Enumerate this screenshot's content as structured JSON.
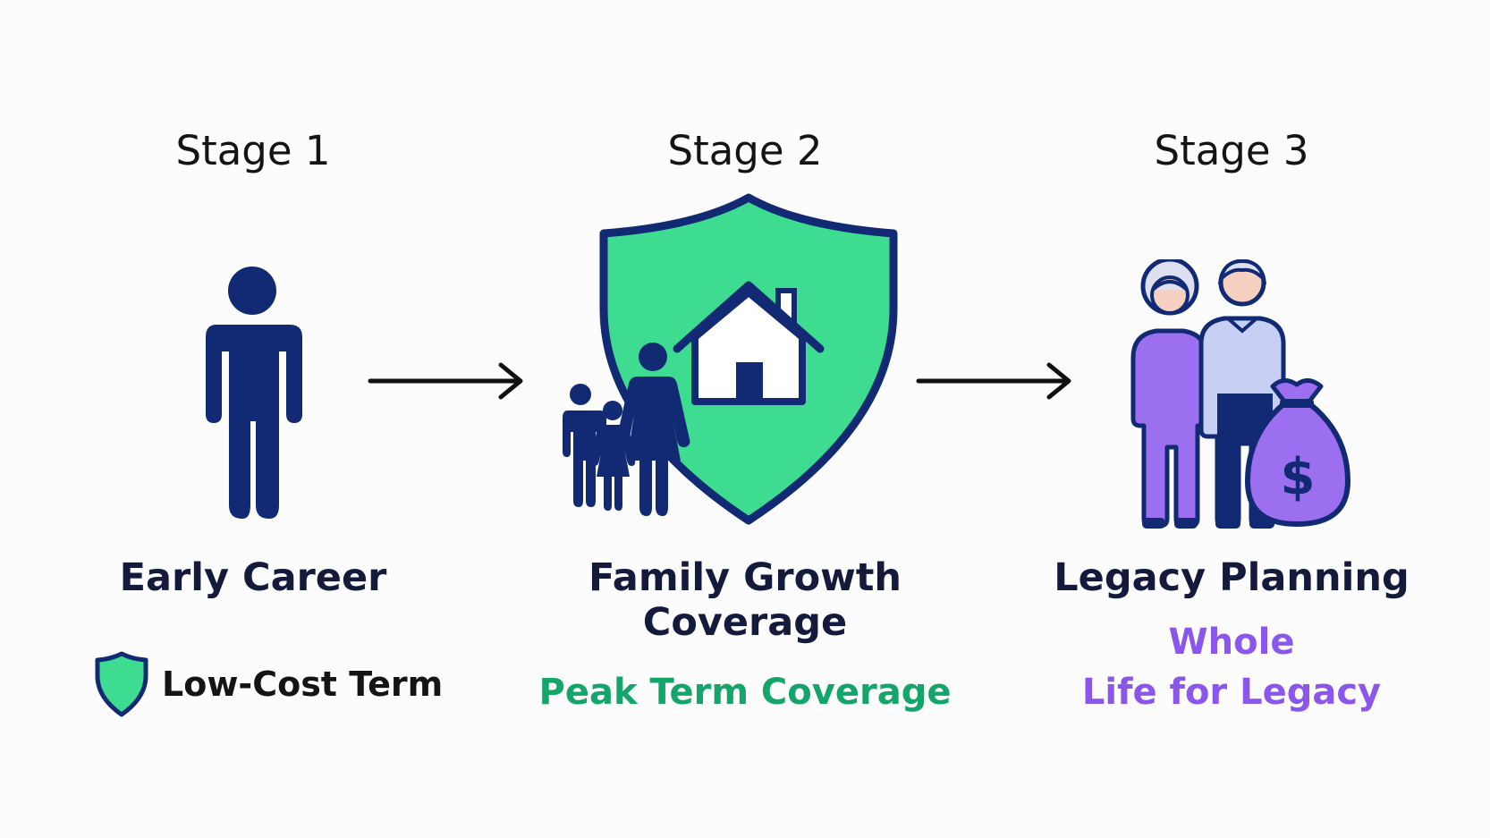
{
  "colors": {
    "navy": "#122a73",
    "green": "#3ddc91",
    "green_text": "#13a56a",
    "purple": "#9b6ff0",
    "purple_text": "#8b56ec",
    "lavender": "#c7cff5",
    "dark_text": "#141a3c",
    "background": "#fbfcfb"
  },
  "stages": [
    {
      "label": "Stage 1",
      "title": "Early Career",
      "subtitle": "Low-Cost Term",
      "icon": "person-icon"
    },
    {
      "label": "Stage 2",
      "title_line1": "Family Growth",
      "title_line2": "Coverage",
      "subtitle": "Peak Term Coverage",
      "icon": "shield-house-family-icon"
    },
    {
      "label": "Stage 3",
      "title": "Legacy Planning",
      "subtitle_line1": "Whole",
      "subtitle_line2": "Life for Legacy",
      "icon": "elderly-couple-money-bag-icon"
    }
  ]
}
